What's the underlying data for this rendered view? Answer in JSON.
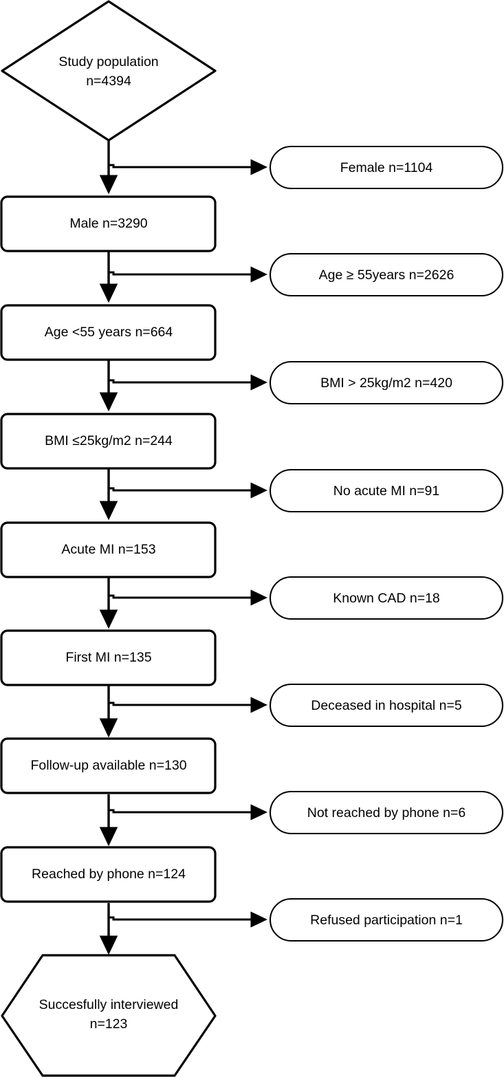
{
  "diagram": {
    "type": "flowchart",
    "orientation": "vertical",
    "title_text": "",
    "colors": {
      "background": "#ffffff",
      "stroke": "#000000",
      "fill": "#ffffff",
      "text": "#000000"
    },
    "start_node": {
      "shape": "diamond",
      "line1": "Study population",
      "line2": "n=4394"
    },
    "end_node": {
      "shape": "hexagon",
      "line1": "Succesfully interviewed",
      "line2": "n=123"
    },
    "inclusion_nodes": [
      {
        "shape": "rect",
        "label": "Male n=3290"
      },
      {
        "shape": "rect",
        "label": "Age <55 years n=664"
      },
      {
        "shape": "rect",
        "label": "BMI ≤25kg/m2 n=244"
      },
      {
        "shape": "rect",
        "label": "Acute MI n=153"
      },
      {
        "shape": "rect",
        "label": "First MI n=135"
      },
      {
        "shape": "rect",
        "label": "Follow-up available n=130"
      },
      {
        "shape": "rect",
        "label": "Reached by phone n=124"
      }
    ],
    "exclusion_nodes": [
      {
        "shape": "stadium",
        "label": "Female n=1104"
      },
      {
        "shape": "stadium",
        "label": "Age ≥ 55years n=2626"
      },
      {
        "shape": "stadium",
        "label": "BMI > 25kg/m2 n=420"
      },
      {
        "shape": "stadium",
        "label": "No acute MI n=91"
      },
      {
        "shape": "stadium",
        "label": "Known CAD n=18"
      },
      {
        "shape": "stadium",
        "label": "Deceased in hospital n=5"
      },
      {
        "shape": "stadium",
        "label": "Not reached by phone n=6"
      },
      {
        "shape": "stadium",
        "label": "Refused participation n=1"
      }
    ]
  }
}
